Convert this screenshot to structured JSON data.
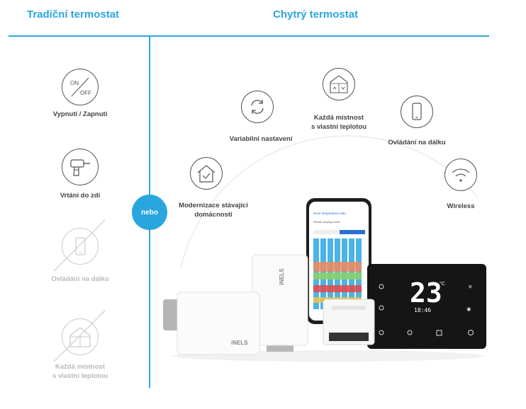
{
  "headers": {
    "traditional": "Tradiční termostat",
    "smart": "Chytrý termostat"
  },
  "divider_badge": "nebo",
  "traditional_items": [
    {
      "icon": "on-off-switch-icon",
      "label": "Vypnutí / Zapnutí",
      "on": "ON",
      "off": "OFF"
    },
    {
      "icon": "drill-icon",
      "label": "Vrtání do zdi"
    },
    {
      "icon": "phone-crossed-icon",
      "label": "Ovládání na dálku"
    },
    {
      "icon": "house-crossed-icon",
      "label_line1": "Každá místnost",
      "label_line2": "s vlastní teplotou"
    }
  ],
  "smart_items": [
    {
      "icon": "house-check-icon",
      "label_line1": "Modernizace stávající",
      "label_line2": "domácnosti"
    },
    {
      "icon": "cycle-arrows-icon",
      "label": "Variabilní nastavení"
    },
    {
      "icon": "house-temperature-icon",
      "label_line1": "Každá místnost",
      "label_line2": "s vlastní teplotou"
    },
    {
      "icon": "phone-icon",
      "label": "Ovládání na dálku"
    },
    {
      "icon": "wifi-icon",
      "label": "Wireless"
    }
  ],
  "products": {
    "brand": "iNELS",
    "display_temp": "23",
    "display_unit": "°C",
    "display_time": "18:46",
    "app_title": "Nové temperature plan",
    "app_subtitle": "Please varying mode"
  },
  "colors": {
    "accent": "#2aa6de",
    "icon_stroke": "#555555",
    "faded": "#c9c9c9"
  }
}
